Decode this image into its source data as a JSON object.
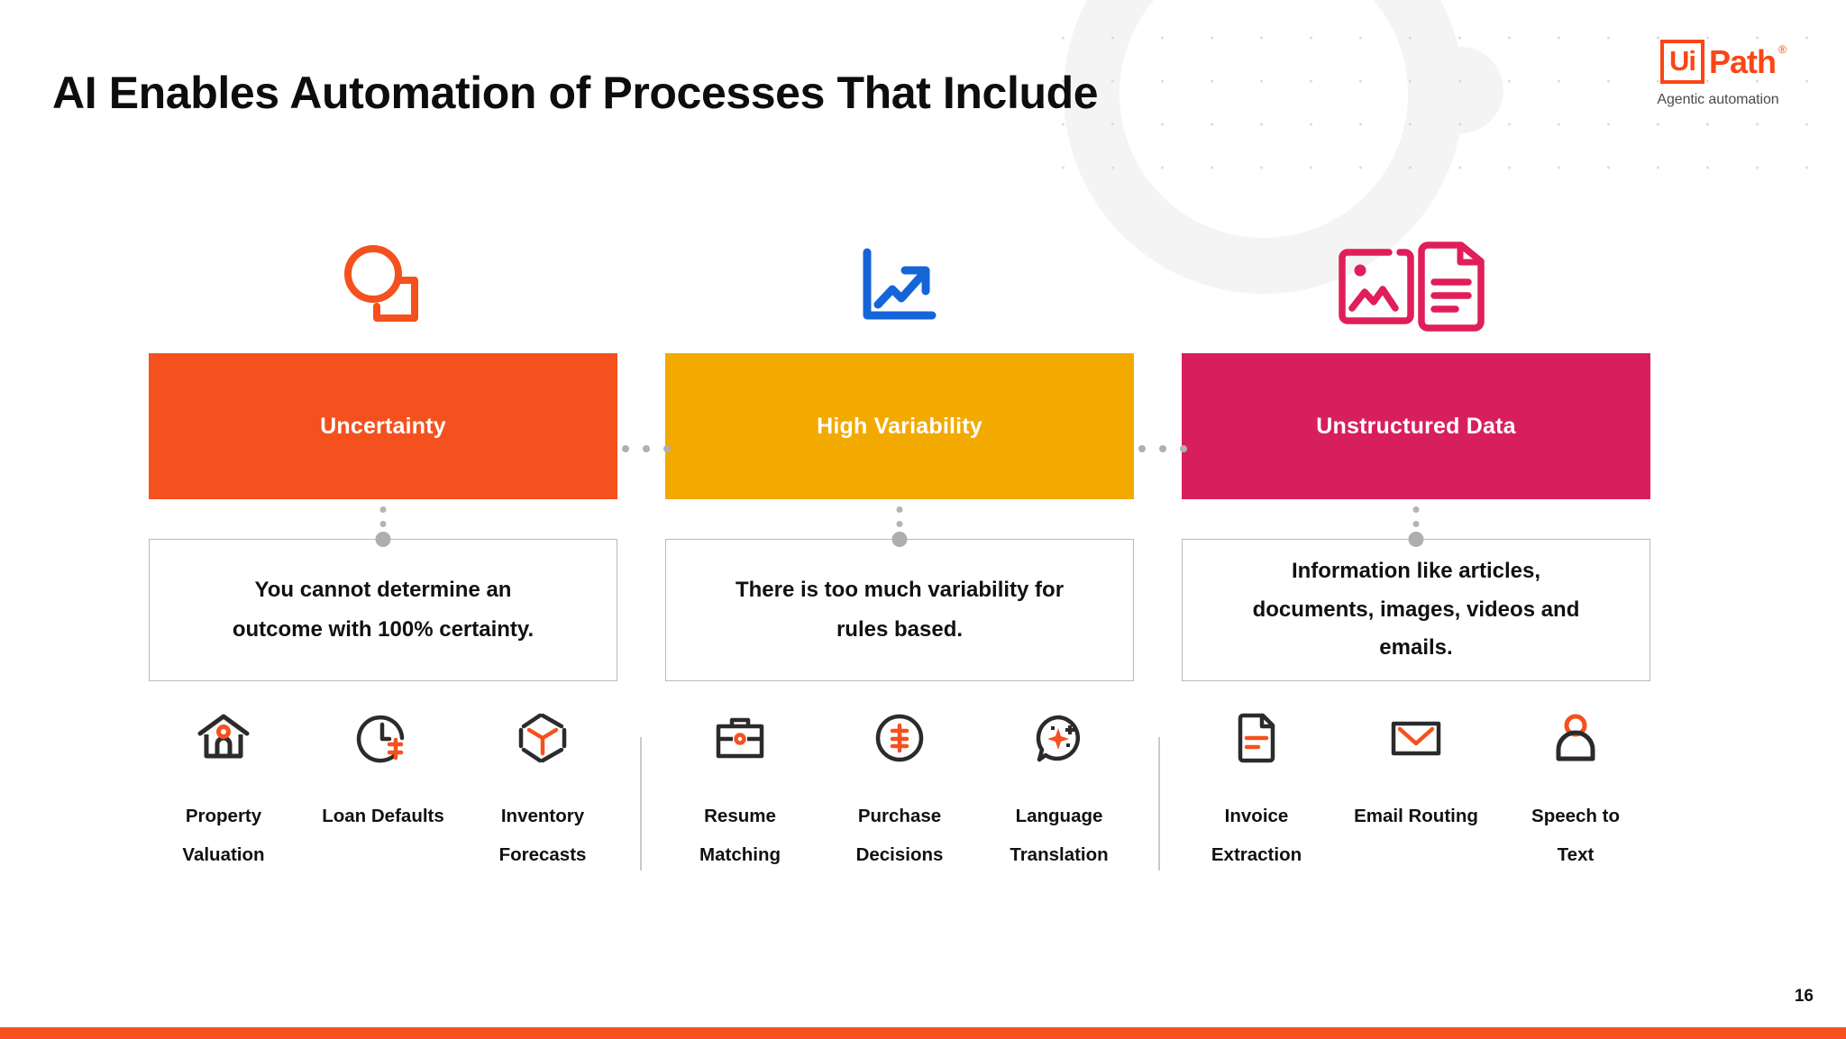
{
  "slide": {
    "title": "AI Enables Automation of Processes That Include",
    "page_number": "16",
    "footer_bar_color": "#f4511e",
    "background_color": "#ffffff"
  },
  "brand": {
    "logo_mark_text": "Ui",
    "logo_word": "Path",
    "registered_symbol": "®",
    "tagline": "Agentic automation",
    "color": "#fa4616",
    "tagline_color": "#4b4b4b"
  },
  "columns": [
    {
      "id": "uncertainty",
      "header_icon": "circle-bracket-icon",
      "header_icon_color": "#f4511e",
      "banner_label": "Uncertainty",
      "banner_color": "#f4511e",
      "description": "You cannot determine an outcome with 100% certainty.",
      "description_lines": [
        "You cannot determine an",
        "outcome with 100% certainty."
      ],
      "tiles": [
        {
          "icon": "house-icon",
          "label_lines": [
            "Property",
            "Valuation"
          ],
          "label": "Property Valuation",
          "accent": "#f4511e"
        },
        {
          "icon": "clock-dollar-icon",
          "label_lines": [
            "Loan Defaults",
            ""
          ],
          "label": "Loan Defaults",
          "accent": "#f4511e"
        },
        {
          "icon": "hexagon-cube-icon",
          "label_lines": [
            "Inventory",
            "Forecasts"
          ],
          "label": "Inventory Forecasts",
          "accent": "#f4511e"
        }
      ]
    },
    {
      "id": "high-variability",
      "header_icon": "line-chart-up-icon",
      "header_icon_color": "#1565d8",
      "banner_label": "High Variability",
      "banner_color": "#f2a900",
      "description": "There is too much variability for rules based.",
      "description_lines": [
        "There is too much variability for",
        "rules based."
      ],
      "tiles": [
        {
          "icon": "briefcase-icon",
          "label_lines": [
            "Resume",
            "Matching"
          ],
          "label": "Resume Matching",
          "accent": "#f4511e"
        },
        {
          "icon": "circle-dollar-icon",
          "label_lines": [
            "Purchase",
            "Decisions"
          ],
          "label": "Purchase Decisions",
          "accent": "#f4511e"
        },
        {
          "icon": "chat-sparkle-icon",
          "label_lines": [
            "Language",
            "Translation"
          ],
          "label": "Language Translation",
          "accent": "#f4511e"
        }
      ]
    },
    {
      "id": "unstructured-data",
      "header_icon": "image-document-icon",
      "header_icon_color": "#e01e5a",
      "banner_label": "Unstructured Data",
      "banner_color": "#d81f5e",
      "description": "Information like articles, documents, images, videos and emails.",
      "description_lines": [
        "Information like articles,",
        "documents, images, videos and",
        "emails."
      ],
      "tiles": [
        {
          "icon": "document-lines-icon",
          "label_lines": [
            "Invoice",
            "Extraction"
          ],
          "label": "Invoice Extraction",
          "accent": "#f4511e"
        },
        {
          "icon": "envelope-icon",
          "label_lines": [
            "Email Routing",
            ""
          ],
          "label": "Email Routing",
          "accent": "#f4511e"
        },
        {
          "icon": "person-icon",
          "label_lines": [
            "Speech to",
            "Text"
          ],
          "label": "Speech to Text",
          "accent": "#f4511e"
        }
      ]
    }
  ]
}
